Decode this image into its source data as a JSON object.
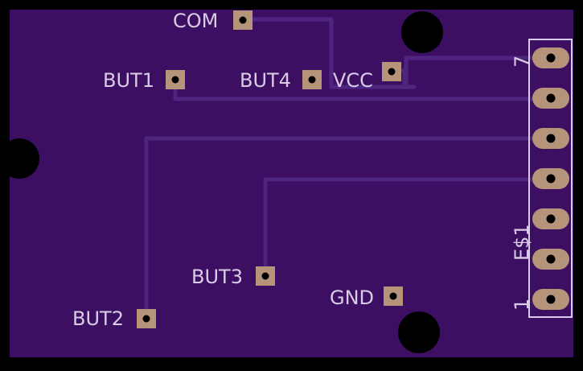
{
  "board": {
    "background_color": "#3c0f63",
    "outline_color": "#000000",
    "trace_color": "#4e2680",
    "silkscreen_color": "#d9cce6",
    "pad_color": "#b5947a",
    "drill_color": "#000000"
  },
  "labels": {
    "com": "COM",
    "but1": "BUT1",
    "but4": "BUT4",
    "vcc": "VCC",
    "but3": "BUT3",
    "gnd": "GND",
    "but2": "BUT2",
    "connector_name": "E$1",
    "pin_first": "1",
    "pin_last": "7"
  },
  "connector": {
    "pin_count": 7
  },
  "mounting_holes": {
    "count": 3
  }
}
